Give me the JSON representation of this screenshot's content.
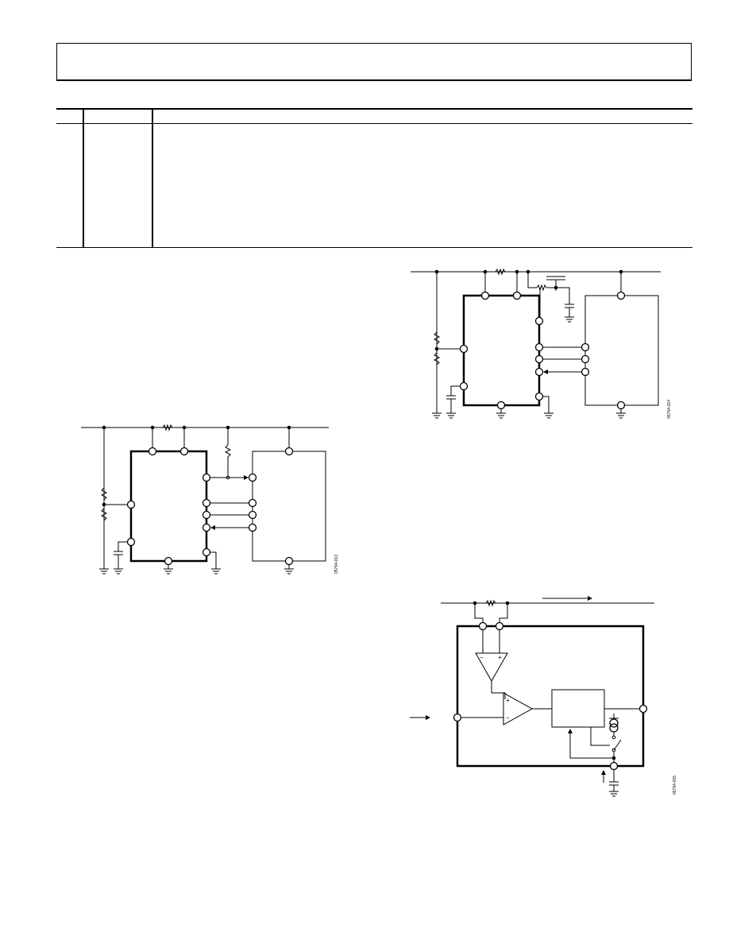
{
  "figure_ids": {
    "fig_hotswap_basic": "05754-013",
    "fig_hotswap_fet": "05754-014",
    "fig_block": "05754-015"
  }
}
